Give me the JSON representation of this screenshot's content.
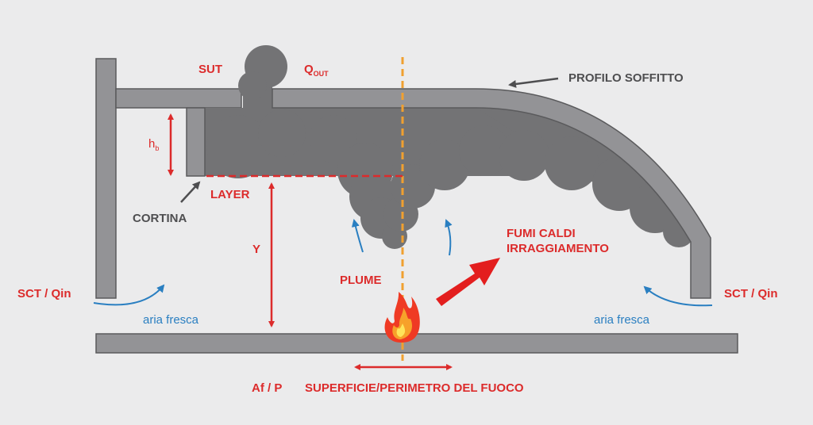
{
  "labels": {
    "sut": "SUT",
    "q_out_main": "Q",
    "q_out_sub": "OUT",
    "profilo_soffitto": "PROFILO SOFFITTO",
    "h_main": "h",
    "h_sub": "b",
    "layer": "LAYER",
    "cortina": "CORTINA",
    "y": "Y",
    "plume": "PLUME",
    "fumi_caldi": "FUMI CALDI",
    "irraggiamento": "IRRAGGIAMENTO",
    "sct_qin_left": "SCT / Qin",
    "sct_qin_right": "SCT / Qin",
    "aria_fresca_left": "aria fresca",
    "aria_fresca_right": "aria fresca",
    "af_p": "Af / P",
    "superficie": "SUPERFICIE/PERIMETRO DEL FUOCO"
  },
  "colors": {
    "background": "#ebebec",
    "structure": "#939396",
    "structure_outline": "#5a5a5c",
    "smoke": "#737375",
    "red": "#dc2b2b",
    "blue": "#2a7fc1",
    "orange": "#f0a030",
    "dark_text": "#4e4e50"
  },
  "icons": {
    "fire": "fire-icon",
    "arrow": "arrow-icon"
  }
}
